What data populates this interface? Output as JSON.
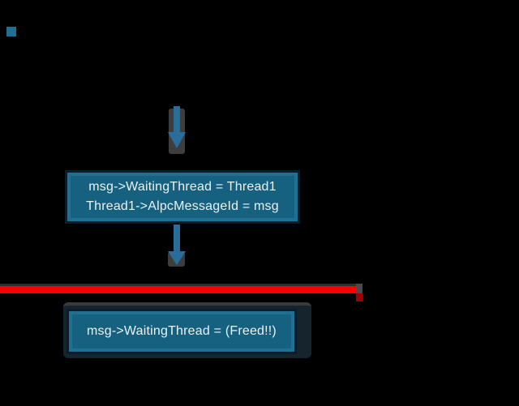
{
  "colors": {
    "background": "#000000",
    "box_fill": "#166080",
    "box_border": "#1f7092",
    "arrow_blue": "#2b6d9a",
    "timeline_red": "#f80000",
    "timeline_end_dark_red": "#9e0000",
    "backdrop_gray": "#3d3d3d",
    "text": "#e9f2f6"
  },
  "boxes": [
    {
      "name": "assignment-box",
      "lines": {
        "0": "msg->WaitingThread = Thread1",
        "1": "Thread1->AlpcMessageId = msg"
      }
    },
    {
      "name": "freed-box",
      "lines": {
        "0": "msg->WaitingThread = (Freed!!)"
      }
    }
  ]
}
